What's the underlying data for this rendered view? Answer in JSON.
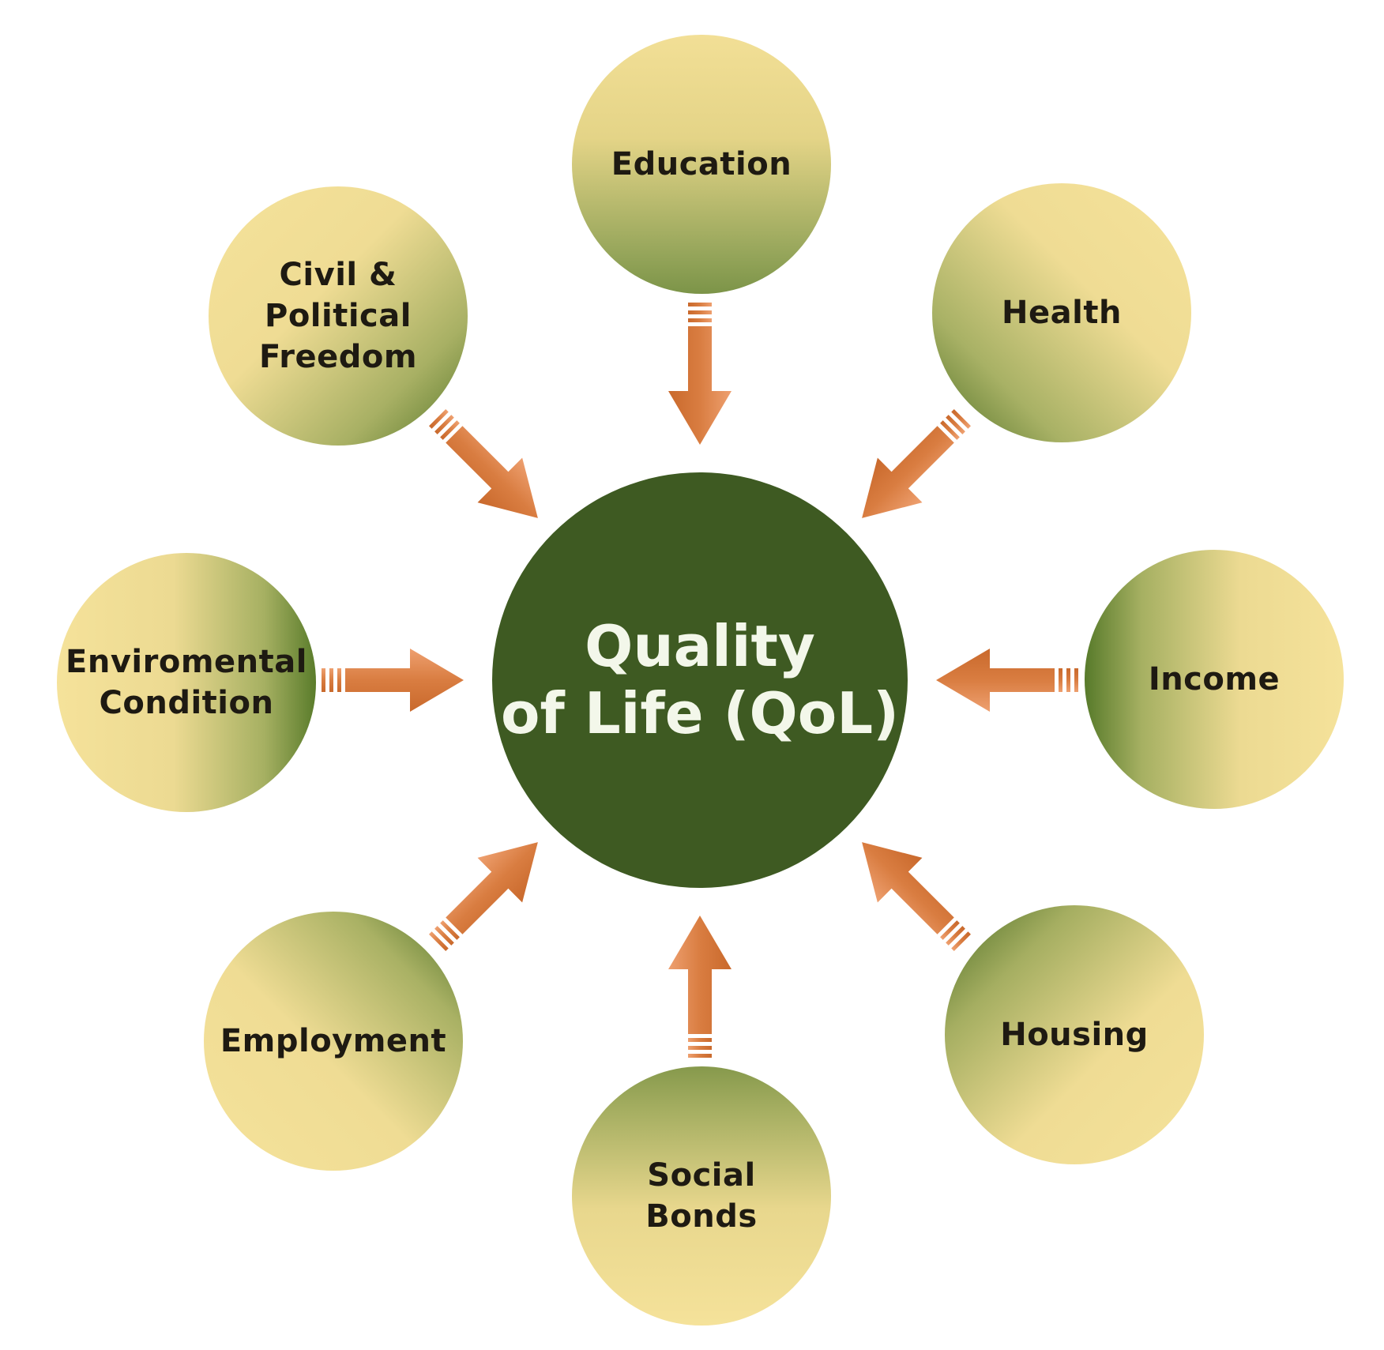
{
  "center": {
    "label": "Quality\nof Life (QoL)",
    "color": "#3e5a22",
    "text_color": "#f3f7ea"
  },
  "factors": [
    {
      "id": "education",
      "label": "Education"
    },
    {
      "id": "health",
      "label": "Health"
    },
    {
      "id": "income",
      "label": "Income"
    },
    {
      "id": "housing",
      "label": "Housing"
    },
    {
      "id": "social",
      "label": "Social\nBonds"
    },
    {
      "id": "employment",
      "label": "Employment"
    },
    {
      "id": "environment",
      "label": "Enviromental\nCondition"
    },
    {
      "id": "civil",
      "label": "Civil &\nPolitical\nFreedom"
    }
  ],
  "colors": {
    "circle_light": "#f5e29a",
    "circle_dark": "#4c6e25",
    "arrow_light": "#eea070",
    "arrow_dark": "#c9692c"
  },
  "arrows": {
    "direction": "inward"
  }
}
